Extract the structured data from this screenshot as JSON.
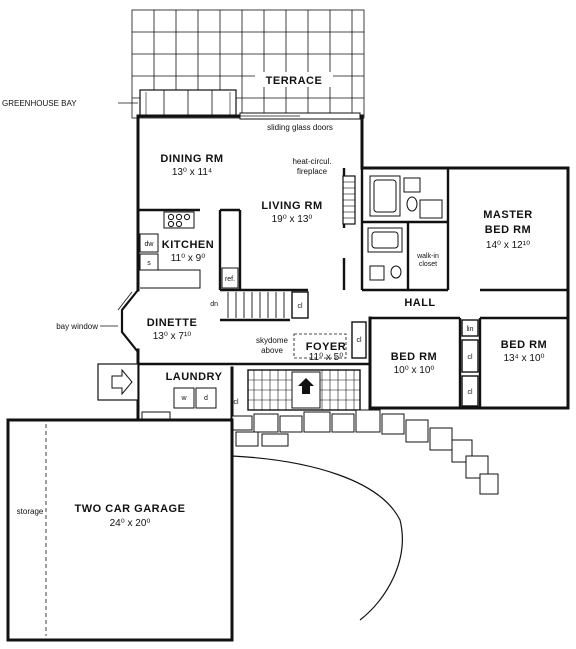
{
  "plan": {
    "ink": "#111111",
    "paper": "#ffffff",
    "terrace": "TERRACE",
    "greenhouse_bay": "GREENHOUSE BAY",
    "sliding_doors": "sliding glass doors",
    "dining": {
      "name": "DINING RM",
      "dims": "13⁰ x 11⁴"
    },
    "fireplace": [
      "heat-circul.",
      "fireplace"
    ],
    "living": {
      "name": "LIVING RM",
      "dims": "19⁰ x 13⁰"
    },
    "master": {
      "name": "MASTER",
      "name2": "BED RM",
      "dims": "14⁰ x 12¹⁰"
    },
    "walk_in_closet": [
      "walk-in",
      "closet"
    ],
    "kitchen": {
      "name": "KITCHEN",
      "dims": "11⁰ x 9⁰"
    },
    "dw": "dw",
    "s": "s",
    "ref": "ref.",
    "dn": "dn",
    "cl": "cl",
    "lin": "lin",
    "hall": "HALL",
    "bay_window": "bay window",
    "dinette": {
      "name": "DINETTE",
      "dims": "13⁰ x 7¹⁰"
    },
    "skydome": [
      "skydome",
      "above"
    ],
    "foyer": {
      "name": "FOYER",
      "dims": "11⁰ x 5⁰"
    },
    "bed2": {
      "name": "BED RM",
      "dims": "10⁰ x 10⁰"
    },
    "bed3": {
      "name": "BED RM",
      "dims": "13⁴ x 10⁰"
    },
    "laundry": "LAUNDRY",
    "w": "w",
    "d": "d",
    "storage": "storage",
    "garage": {
      "name": "TWO CAR GARAGE",
      "dims": "24⁰ x 20⁰"
    }
  }
}
